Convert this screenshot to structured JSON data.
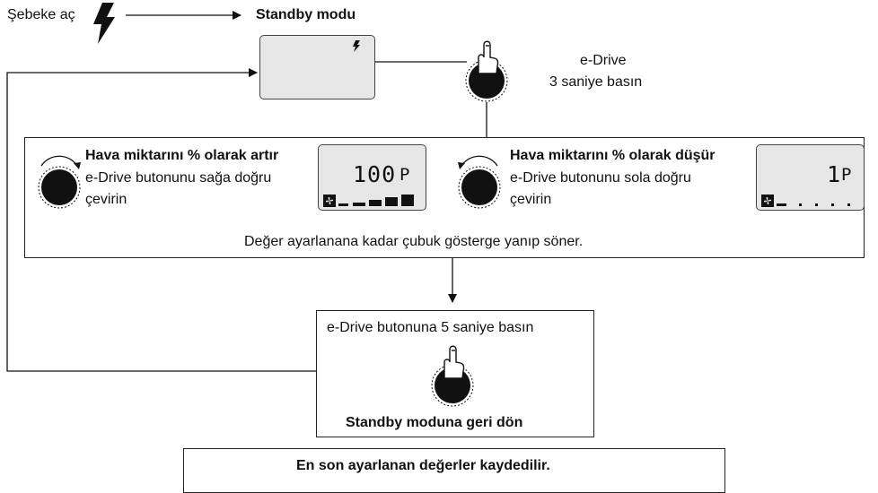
{
  "header": {
    "mains_label": "Şebeke aç",
    "standby_title": "Standby modu"
  },
  "step_press": {
    "line1": "e-Drive",
    "line2": "3 saniye basın"
  },
  "adjust_panel": {
    "increase": {
      "title": "Hava miktarını % olarak artır",
      "line1": "e-Drive butonunu sağa doğru",
      "line2": "çevirin",
      "display_value": "100",
      "display_unit": "P",
      "bar_level": 1.0
    },
    "decrease": {
      "title": "Hava miktarını % olarak düşür",
      "line1": "e-Drive butonunu sola doğru",
      "line2": "çevirin",
      "display_value": "1",
      "display_unit": "P",
      "bar_level": 0.2
    },
    "footer": "Değer ayarlanana kadar çubuk gösterge yanıp söner."
  },
  "return_box": {
    "instruction": "e-Drive butonuna 5 saniye basın",
    "result": "Standby moduna geri dön"
  },
  "note": "En son ayarlanan değerler kaydedilir.",
  "icons": {
    "mains": "lightning-icon",
    "press": "hand-press-icon",
    "turn_right": "rotate-right-arrow-icon",
    "turn_left": "rotate-left-arrow-icon",
    "fan": "fan-icon"
  }
}
